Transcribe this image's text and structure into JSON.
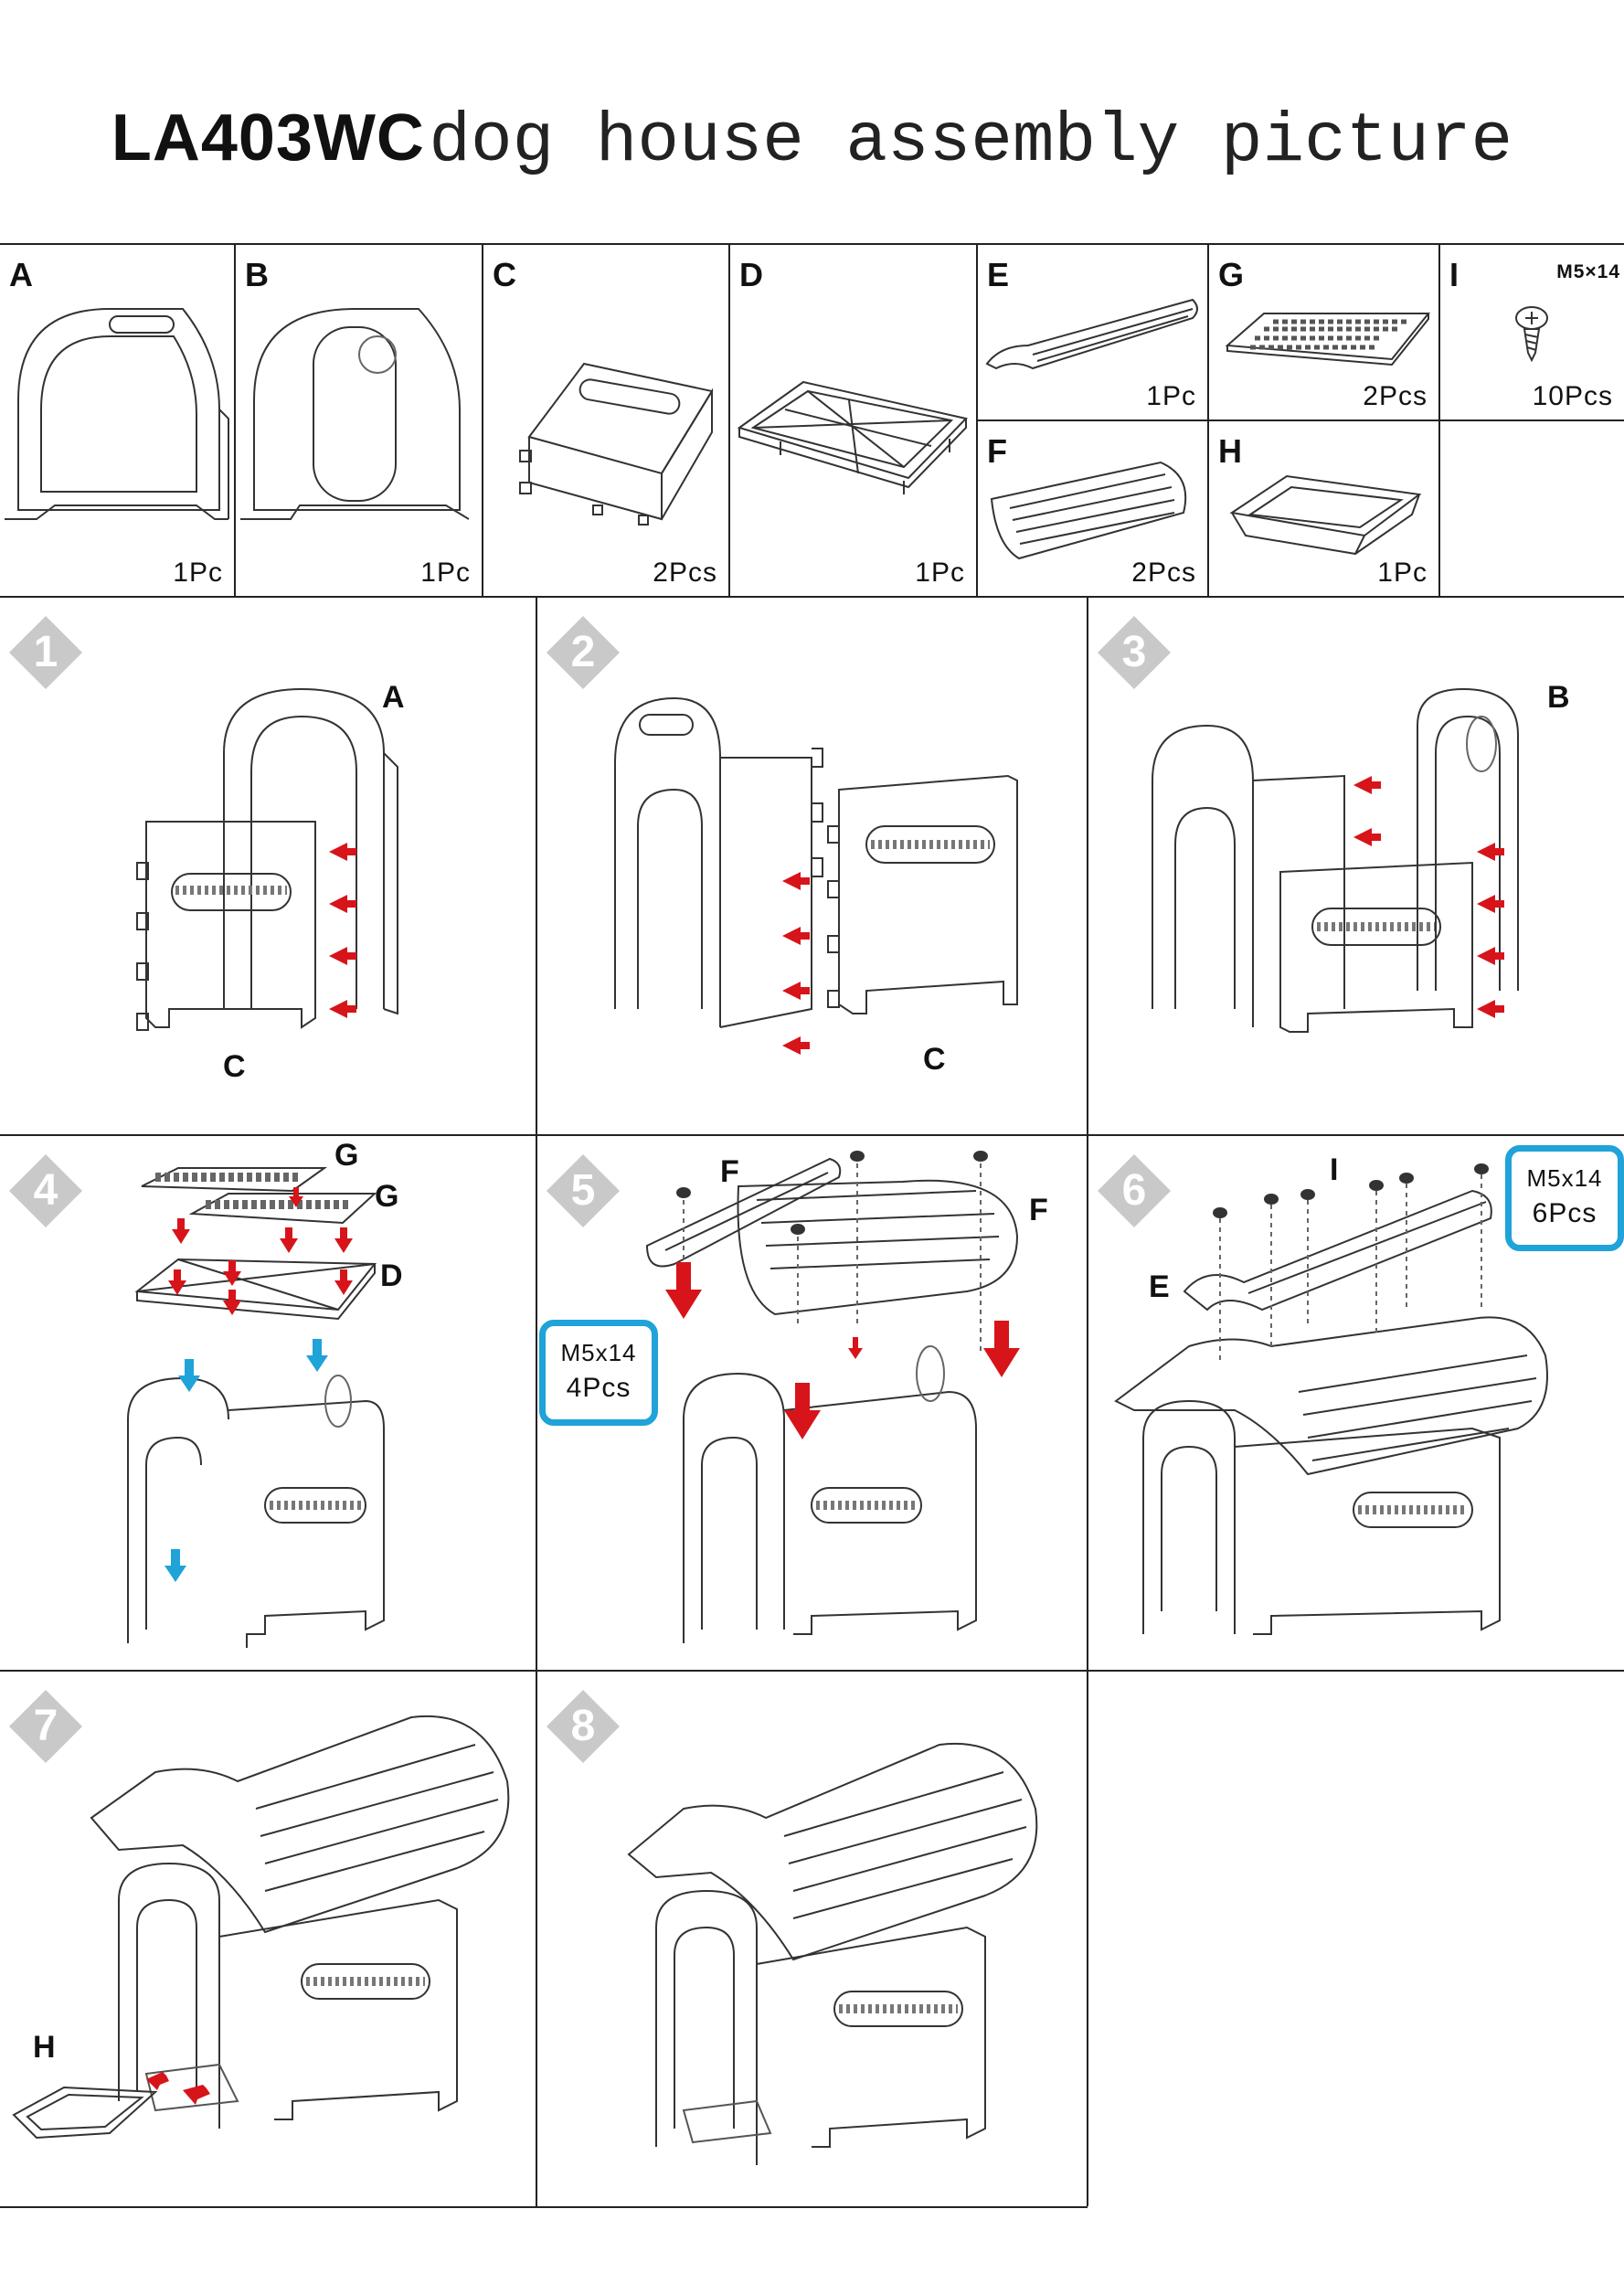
{
  "title": {
    "model": "LA403WC",
    "rest": "dog house assembly picture"
  },
  "parts": [
    {
      "id": "a",
      "letter": "A",
      "qty": "1Pc"
    },
    {
      "id": "b",
      "letter": "B",
      "qty": "1Pc"
    },
    {
      "id": "c",
      "letter": "C",
      "qty": "2Pcs"
    },
    {
      "id": "d",
      "letter": "D",
      "qty": "1Pc"
    },
    {
      "id": "e",
      "letter": "E",
      "qty": "1Pc"
    },
    {
      "id": "g",
      "letter": "G",
      "qty": "2Pcs"
    },
    {
      "id": "i",
      "letter": "I",
      "qty": "10Pcs",
      "spec": "M5×14"
    },
    {
      "id": "f",
      "letter": "F",
      "qty": "2Pcs"
    },
    {
      "id": "h",
      "letter": "H",
      "qty": "1Pc"
    }
  ],
  "steps": [
    {
      "number": "1",
      "labels": [
        "A",
        "C"
      ]
    },
    {
      "number": "2",
      "labels": [
        "C"
      ]
    },
    {
      "number": "3",
      "labels": [
        "B"
      ]
    },
    {
      "number": "4",
      "labels": [
        "G",
        "G",
        "D"
      ]
    },
    {
      "number": "5",
      "labels": [
        "F",
        "F"
      ],
      "callout": {
        "spec": "M5x14",
        "qty": "4Pcs"
      }
    },
    {
      "number": "6",
      "labels": [
        "I",
        "E"
      ],
      "callout": {
        "spec": "M5x14",
        "qty": "6Pcs"
      }
    },
    {
      "number": "7",
      "labels": [
        "H"
      ]
    },
    {
      "number": "8",
      "labels": []
    }
  ],
  "colors": {
    "arrow_red": "#d7141a",
    "arrow_blue": "#1fa3d8",
    "badge_gray": "#c9c9c9",
    "line": "#222222"
  }
}
